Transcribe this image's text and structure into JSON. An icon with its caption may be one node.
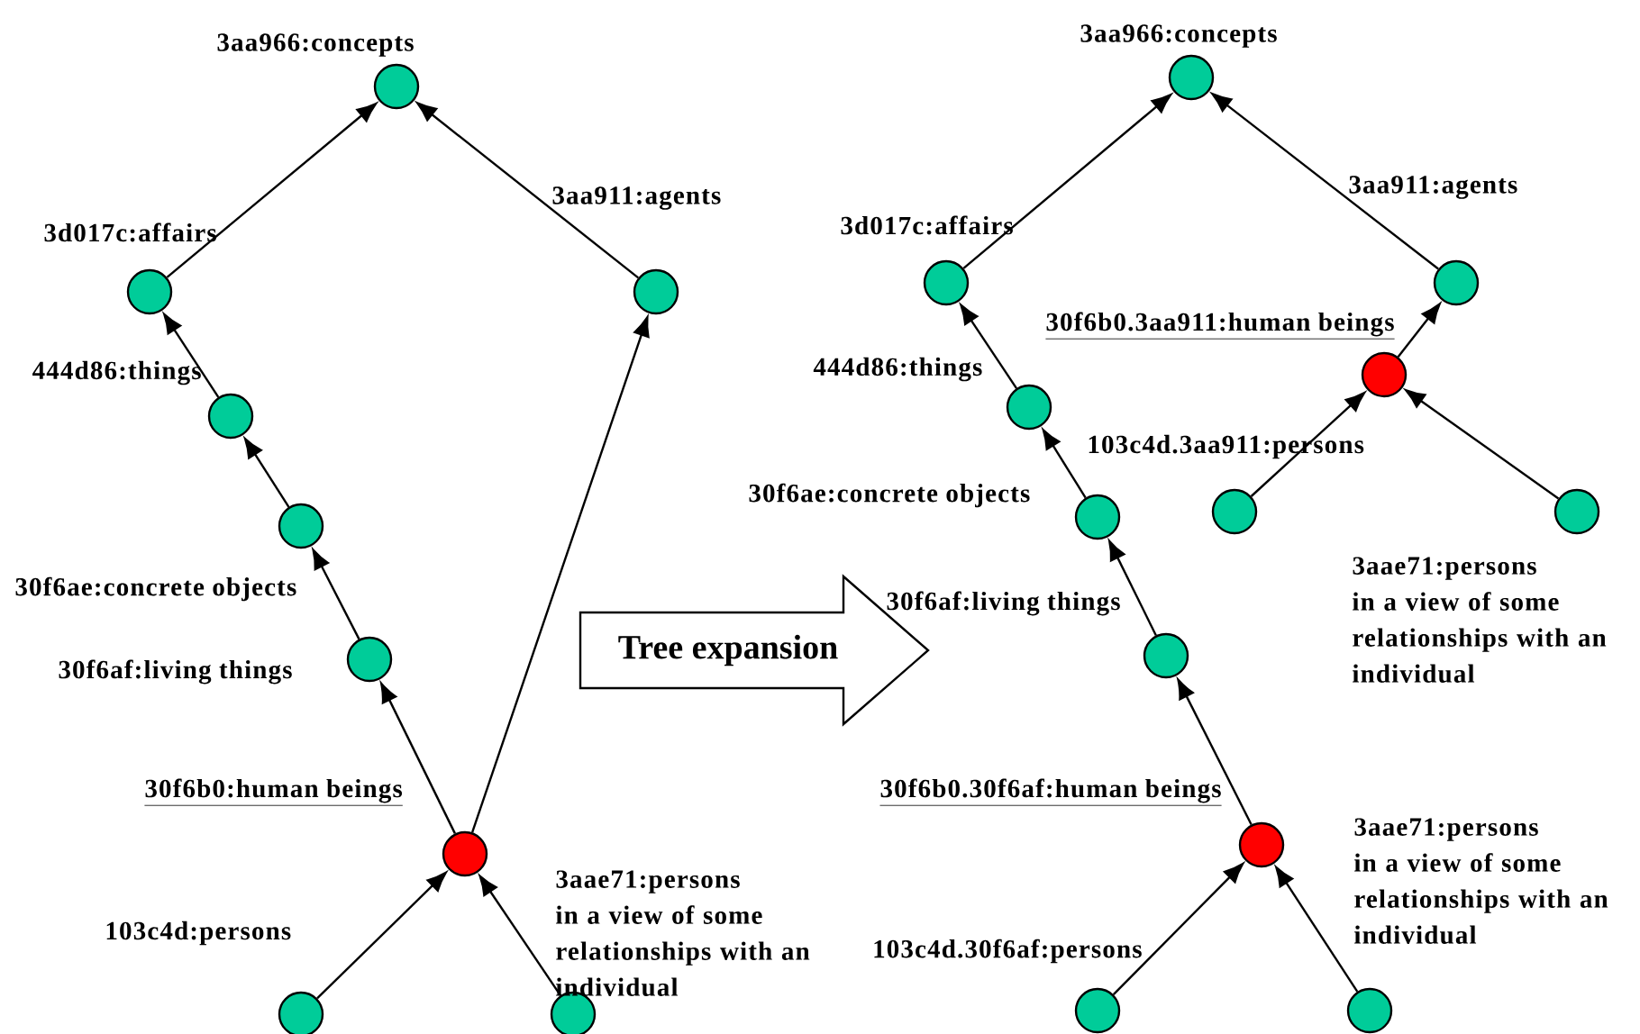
{
  "diagram": {
    "nodes": [
      {
        "text": [
          "3aa966:concepts"
        ]
      },
      {
        "text": [
          "3d017c:affairs"
        ]
      },
      {
        "text": [
          "3aa911:agents"
        ]
      },
      {
        "text": [
          "444d86:things"
        ]
      },
      {
        "text": [
          "30f6ae:concrete objects"
        ]
      },
      {
        "text": [
          "30f6af:living things"
        ]
      },
      {
        "text": [
          "30f6b0:human beings"
        ]
      },
      {
        "text": [
          "103c4d:persons"
        ]
      },
      {
        "text": [
          "3aae71:persons in a view of some relationships with an individual"
        ]
      },
      {
        "text": [
          "Tree expansion"
        ]
      },
      {
        "text": [
          "3aa966:concepts"
        ]
      },
      {
        "text": [
          "3d017c:affairs"
        ]
      },
      {
        "text": [
          "3aa911:agents"
        ]
      },
      {
        "text": [
          "444d86:things"
        ]
      },
      {
        "text": [
          "30f6ae:concrete objects"
        ]
      },
      {
        "text": [
          "30f6af:living things"
        ]
      },
      {
        "text": [
          "30f6b0.30f6af:human beings"
        ]
      },
      {
        "text": [
          "103c4d.30f6af:persons"
        ]
      },
      {
        "text": [
          "3aae71:persons in a view of some relationships with an individual"
        ]
      },
      {
        "text": [
          "30f6b0.3aa911:human beings"
        ]
      },
      {
        "text": [
          "103c4d.3aa911:persons"
        ]
      },
      {
        "text": [
          "3aae71:persons in a view of some relationships with an individual"
        ]
      }
    ],
    "edges": [
      {
        "from": 1,
        "to": 0,
        "arrow": "to"
      },
      {
        "from": 2,
        "to": 0,
        "arrow": "to"
      },
      {
        "from": 3,
        "to": 1,
        "arrow": "to"
      },
      {
        "from": 4,
        "to": 3,
        "arrow": "to"
      },
      {
        "from": 5,
        "to": 4,
        "arrow": "to"
      },
      {
        "from": 6,
        "to": 5,
        "arrow": "to"
      },
      {
        "from": 6,
        "to": 2,
        "arrow": "to"
      },
      {
        "from": 7,
        "to": 6,
        "arrow": "to"
      },
      {
        "from": 8,
        "to": 6,
        "arrow": "to"
      },
      {
        "from": 11,
        "to": 10,
        "arrow": "to"
      },
      {
        "from": 12,
        "to": 10,
        "arrow": "to"
      },
      {
        "from": 13,
        "to": 11,
        "arrow": "to"
      },
      {
        "from": 14,
        "to": 13,
        "arrow": "to"
      },
      {
        "from": 15,
        "to": 14,
        "arrow": "to"
      },
      {
        "from": 16,
        "to": 15,
        "arrow": "to"
      },
      {
        "from": 17,
        "to": 16,
        "arrow": "to"
      },
      {
        "from": 18,
        "to": 16,
        "arrow": "to"
      },
      {
        "from": 19,
        "to": 12,
        "arrow": "to"
      },
      {
        "from": 20,
        "to": 19,
        "arrow": "to"
      },
      {
        "from": 21,
        "to": 19,
        "arrow": "to"
      }
    ]
  }
}
